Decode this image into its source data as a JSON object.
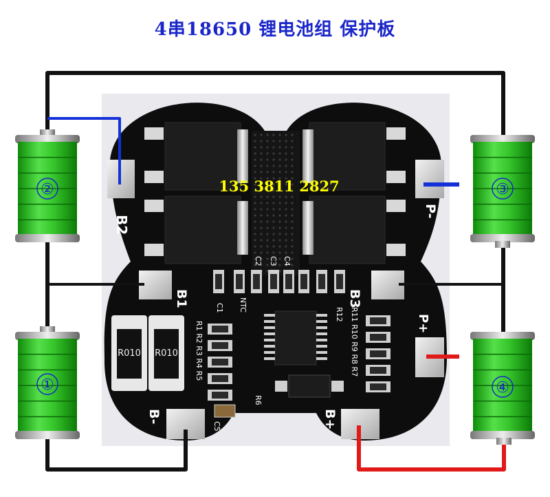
{
  "title": "4串18650 锂电池组 保护板",
  "phone": "135 3811 2827",
  "colors": {
    "accent_blue": "#1a26c9",
    "wire_black": "#111111",
    "wire_red": "#e01919",
    "wire_blue": "#1430d8",
    "pcb": "#0d0d0d",
    "battery_green": "#2fbf1f",
    "label_yellow": "#ffff00"
  },
  "batteries": [
    {
      "label": "②"
    },
    {
      "label": "①"
    },
    {
      "label": "③"
    },
    {
      "label": "④"
    }
  ],
  "pads": {
    "b2": "B2",
    "b1": "B1",
    "b3": "B3",
    "bminus": "B-",
    "bplus": "B+",
    "pminus": "P-",
    "pplus": "P+"
  },
  "resistors": {
    "r1": "R010",
    "r2": "R010"
  },
  "silkscreen": {
    "c1": "C1",
    "c2": "C2",
    "c3": "C3",
    "c4": "C4",
    "ntc": "NTC",
    "r12": "R12",
    "r6": "R6",
    "c5": "C5",
    "left_col": "R1 R2 R3 R4 R5",
    "right_col": "R11 R10 R9 R8 R7"
  }
}
